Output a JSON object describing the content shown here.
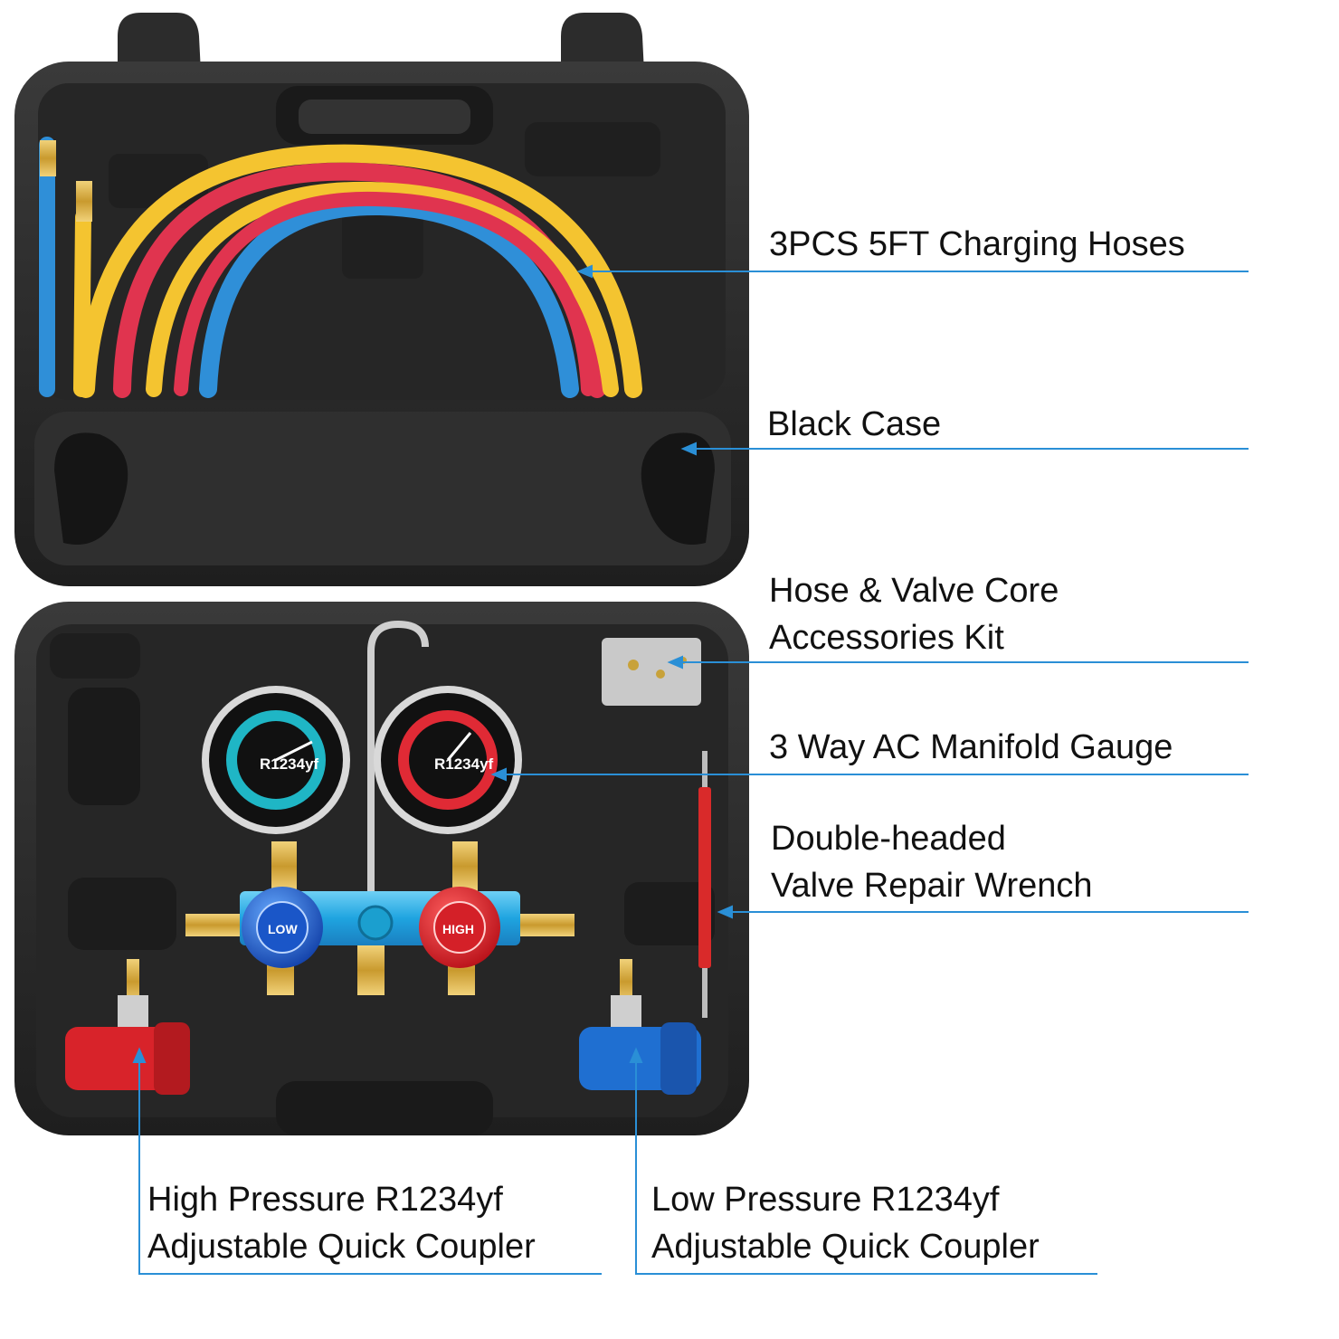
{
  "labels": {
    "hoses": "3PCS 5FT Charging Hoses",
    "case": "Black Case",
    "accessories": [
      "Hose & Valve Core",
      "Accessories Kit"
    ],
    "gauge": "3 Way AC Manifold Gauge",
    "wrench": [
      "Double-headed",
      "Valve Repair Wrench"
    ],
    "high_coupler": [
      "High Pressure R1234yf",
      "Adjustable Quick Coupler"
    ],
    "low_coupler": [
      "Low Pressure R1234yf",
      "Adjustable Quick Coupler"
    ]
  },
  "gauges": {
    "low_face": "R1234yf",
    "high_face": "R1234yf",
    "low_knob": "LOW",
    "high_knob": "HIGH"
  },
  "colors": {
    "case": "#2b2b2b",
    "callout": "#2a8fd6",
    "hose_red": "#e0344f",
    "hose_yellow": "#f4c430",
    "hose_blue": "#2f8fd8",
    "low_side": "#1f6fd1",
    "high_side": "#d8232a"
  }
}
